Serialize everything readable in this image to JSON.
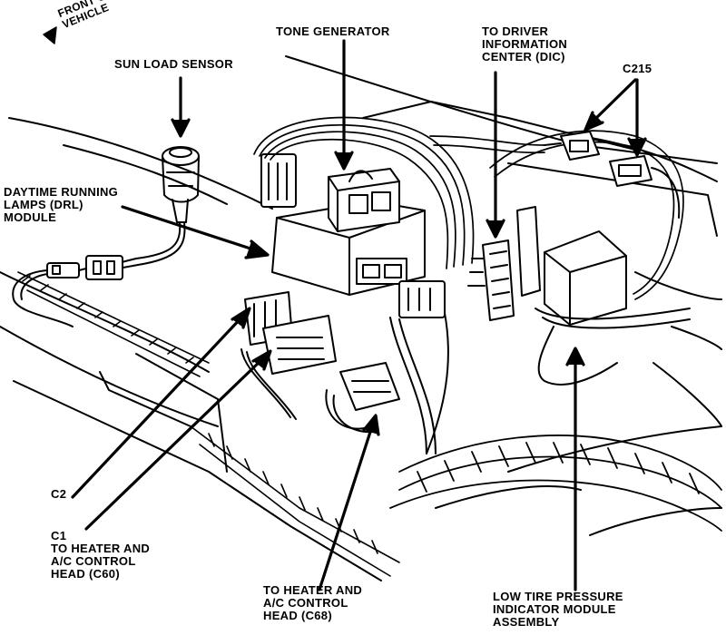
{
  "labels": {
    "front_of_vehicle": [
      "FRONT OF",
      "VEHICLE"
    ],
    "tone_generator": [
      "TONE GENERATOR"
    ],
    "driver_info_center": [
      "TO DRIVER",
      "INFORMATION",
      "CENTER (DIC)"
    ],
    "c215": [
      "C215"
    ],
    "sun_load_sensor": [
      "SUN LOAD SENSOR"
    ],
    "drl_module": [
      "DAYTIME RUNNING",
      "LAMPS (DRL)",
      "MODULE"
    ],
    "c2": [
      "C2"
    ],
    "c1": [
      "C1",
      "TO HEATER AND",
      "A/C CONTROL",
      "HEAD (C60)"
    ],
    "heater_c68": [
      "TO HEATER AND",
      "A/C CONTROL",
      "HEAD (C68)"
    ],
    "low_tire_pressure": [
      "LOW TIRE PRESSURE",
      "INDICATOR MODULE",
      "ASSEMBLY"
    ]
  },
  "colors": {
    "ink": "#000000",
    "paper": "#ffffff"
  }
}
